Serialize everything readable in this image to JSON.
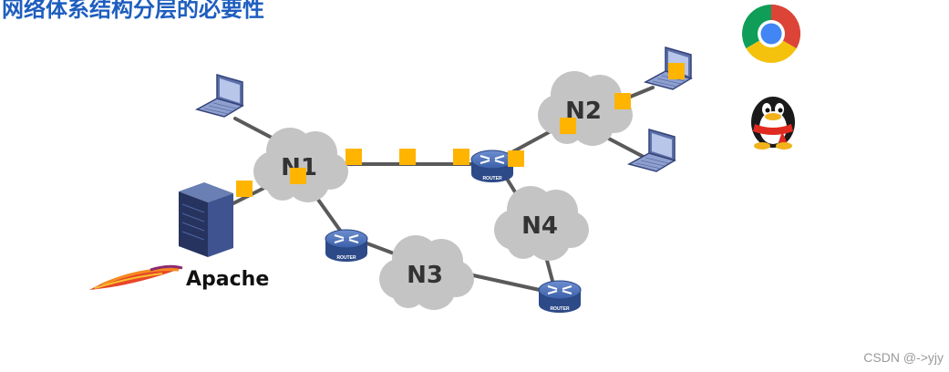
{
  "slide": {
    "title": "网络体系结构分层的必要性",
    "watermark": "CSDN @->yjy"
  },
  "clouds": [
    "N1",
    "N2",
    "N3",
    "N4"
  ],
  "routers": {
    "label": "ROUTER"
  },
  "server": {
    "software": "Apache"
  },
  "apps": [
    "chrome-icon",
    "qq-penguin-icon"
  ],
  "colors": {
    "title": "#1e5ebf",
    "cloud": "#c4c4c4",
    "link": "#5a5a5a",
    "packet": "#ffb400",
    "router": "#3b5fa8"
  }
}
